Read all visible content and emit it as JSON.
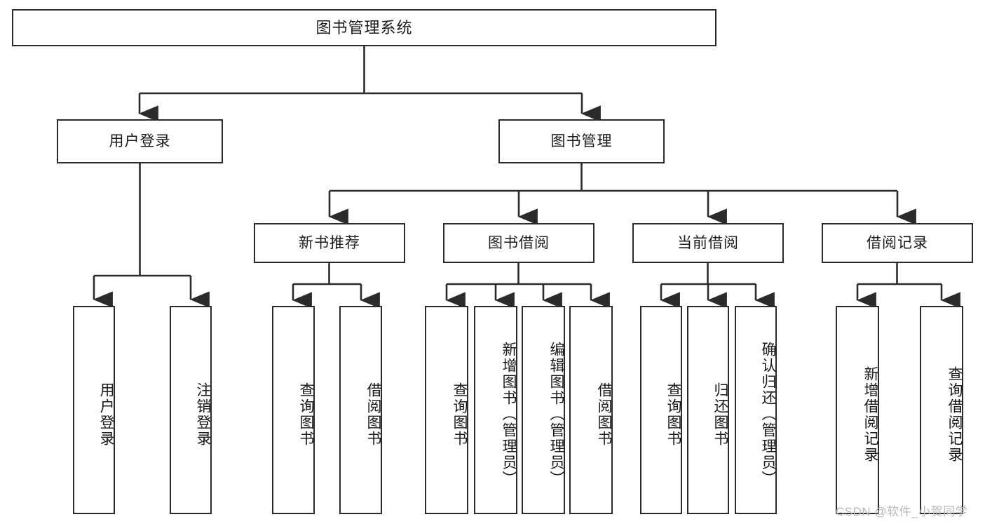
{
  "diagram": {
    "title_box": {
      "label": "图书管理系统"
    },
    "level1": [
      {
        "id": "user-login",
        "label": "用户登录"
      },
      {
        "id": "book-management",
        "label": "图书管理"
      }
    ],
    "level2": [
      {
        "id": "new-book-recommend",
        "label": "新书推荐"
      },
      {
        "id": "book-borrow",
        "label": "图书借阅"
      },
      {
        "id": "current-borrow",
        "label": "当前借阅"
      },
      {
        "id": "borrow-record",
        "label": "借阅记录"
      }
    ],
    "leaves": {
      "user_login": [
        {
          "id": "leaf-user-login",
          "label": "用户登录"
        },
        {
          "id": "leaf-logout-login",
          "label": "注销登录"
        }
      ],
      "new_book_recommend": [
        {
          "id": "leaf-query-book-1",
          "label": "查询图书"
        },
        {
          "id": "leaf-borrow-book-1",
          "label": "借阅图书"
        }
      ],
      "book_borrow": [
        {
          "id": "leaf-query-book-2",
          "label": "查询图书"
        },
        {
          "id": "leaf-add-book",
          "label": "新增图书（管理员）"
        },
        {
          "id": "leaf-edit-book",
          "label": "编辑图书（管理员）"
        },
        {
          "id": "leaf-borrow-book-2",
          "label": "借阅图书"
        }
      ],
      "current_borrow": [
        {
          "id": "leaf-query-book-3",
          "label": "查询图书"
        },
        {
          "id": "leaf-return-book",
          "label": "归还图书"
        },
        {
          "id": "leaf-confirm-return",
          "label": "确认归还（管理员）"
        }
      ],
      "borrow_record": [
        {
          "id": "leaf-add-borrow-record",
          "label": "新增借阅记录"
        },
        {
          "id": "leaf-query-borrow-record",
          "label": "查询借阅记录"
        }
      ]
    },
    "watermark": {
      "text": "CSDN @软件_小贺同学"
    },
    "colors": {
      "stroke": "#2b2b2b",
      "background": "#ffffff",
      "text": "#1a1a1a",
      "watermark": "#b9b9b9"
    }
  }
}
